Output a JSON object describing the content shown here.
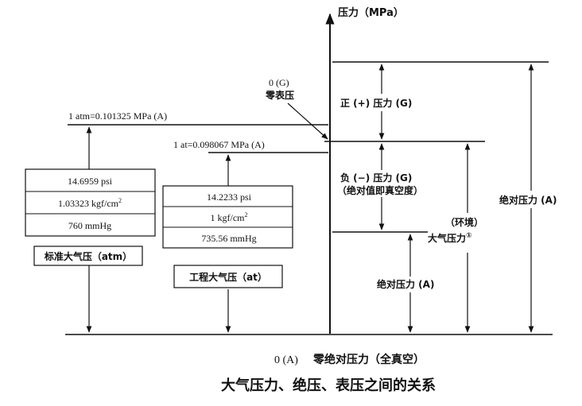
{
  "axis": {
    "label": "压力（MPa）"
  },
  "atm_block": {
    "reference": "1 atm=0.101325 MPa (A)",
    "rows": [
      "14.6959 psi",
      "1.03323 kgf/cm",
      "760 mmHg"
    ],
    "sup": "2",
    "name": "标准大气压（atm）"
  },
  "at_block": {
    "reference": "1 at=0.098067 MPa (A)",
    "rows": [
      "14.2233 psi",
      "1 kgf/cm",
      "735.56 mmHg"
    ],
    "sup": "2",
    "name": "工程大气压（at）"
  },
  "gauge_zero": {
    "value": "0 (G)",
    "name": "零表压"
  },
  "regions": {
    "positive": "正 (+)   压力 (G)",
    "negative": "负 (−)  压力 (G)",
    "negative_note": "（绝对值即真空度）",
    "env_open": "（环境）",
    "atm_pressure": "大气压力",
    "atm_pressure_mark": "①",
    "absolute_lower": "绝对压力 (A)",
    "absolute_right": "绝对压力 (A)"
  },
  "bottom": {
    "zero_abs": "0 (A)",
    "zero_abs_label": "零绝对压力（全真空）",
    "caption": "大气压力、绝压、表压之间的关系"
  }
}
